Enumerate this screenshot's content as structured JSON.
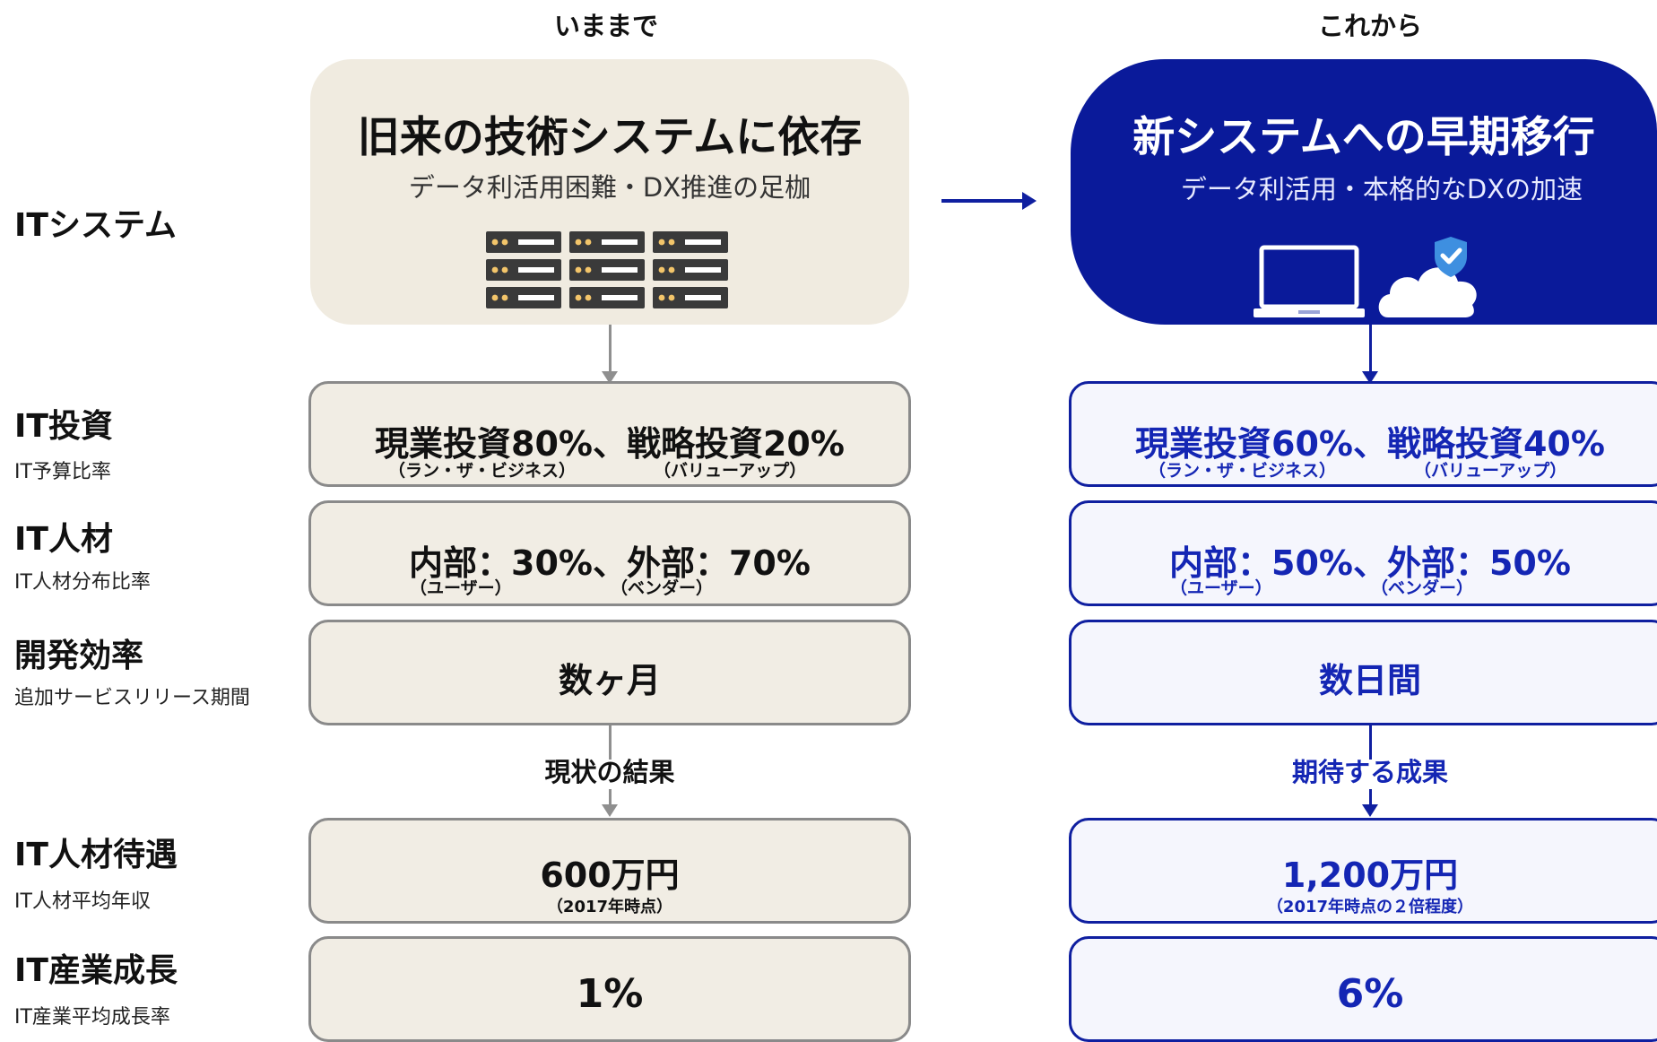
{
  "header": {
    "past": "いままで",
    "future": "これから"
  },
  "rows": [
    {
      "title": "ITシステム",
      "sub": ""
    },
    {
      "title": "IT投資",
      "sub": "IT予算比率"
    },
    {
      "title": "IT人材",
      "sub": "IT人材分布比率"
    },
    {
      "title": "開発効率",
      "sub": "追加サービスリリース期間"
    },
    {
      "title": "IT人材待遇",
      "sub": "IT人材平均年収"
    },
    {
      "title": "IT産業成長",
      "sub": "IT産業平均成長率"
    }
  ],
  "past": {
    "system_title": "旧来の技術システムに依存",
    "system_sub": "データ利活用困難・DX推進の足枷",
    "system_icon": "server-rack-icon",
    "invest_main": "現業投資80%、戦略投資20%",
    "invest_note1": "（ラン・ザ・ビジネス）",
    "invest_note2": "（バリューアップ）",
    "talent_main": "内部：30%、外部：70%",
    "talent_note1": "（ユーザー）",
    "talent_note2": "（ベンダー）",
    "dev_main": "数ヶ月",
    "result_label": "現状の結果",
    "salary_main": "600万円",
    "salary_note": "（2017年時点）",
    "growth_main": "1%"
  },
  "future": {
    "system_title": "新システムへの早期移行",
    "system_sub": "データ利活用・本格的なDXの加速",
    "system_icons": [
      "laptop-icon",
      "cloud-shield-icon"
    ],
    "invest_main": "現業投資60%、戦略投資40%",
    "invest_note1": "（ラン・ザ・ビジネス）",
    "invest_note2": "（バリューアップ）",
    "talent_main": "内部：50%、外部：50%",
    "talent_note1": "（ユーザー）",
    "talent_note2": "（ベンダー）",
    "dev_main": "数日間",
    "result_label": "期待する成果",
    "salary_main": "1,200万円",
    "salary_note": "（2017年時点の２倍程度）",
    "growth_main": "6%"
  },
  "colors": {
    "old_bg": "#f0ebe0",
    "old_border": "#8a8a8a",
    "new_navy": "#0a1a9a",
    "new_blue": "#1426b4"
  }
}
